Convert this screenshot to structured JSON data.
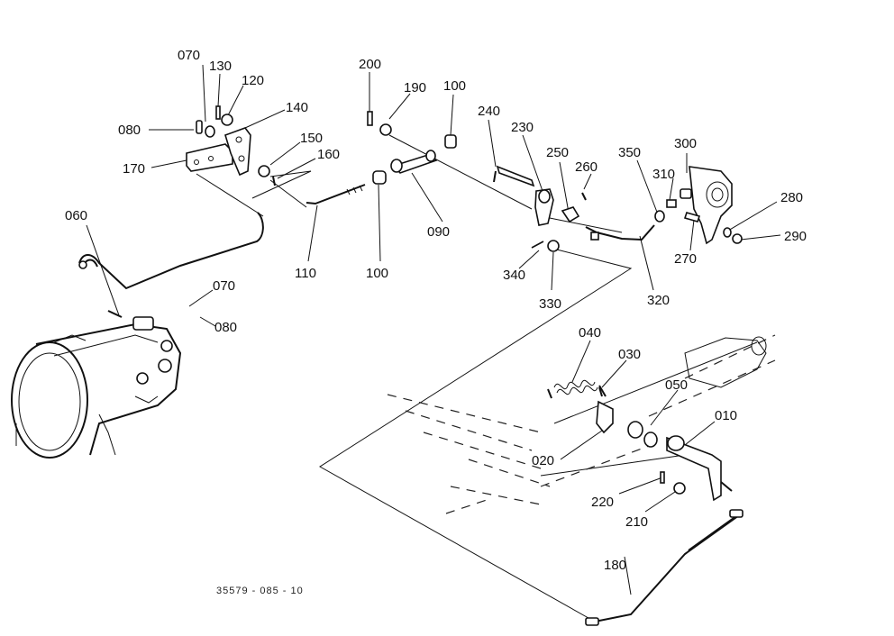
{
  "diagram": {
    "reference_code": "35579 - 085 - 10",
    "part_labels": [
      {
        "id": "p070a",
        "text": "070"
      },
      {
        "id": "p130",
        "text": "130"
      },
      {
        "id": "p120",
        "text": "120"
      },
      {
        "id": "p080a",
        "text": "080"
      },
      {
        "id": "p140",
        "text": "140"
      },
      {
        "id": "p150",
        "text": "150"
      },
      {
        "id": "p160",
        "text": "160"
      },
      {
        "id": "p170",
        "text": "170"
      },
      {
        "id": "p060",
        "text": "060"
      },
      {
        "id": "p070b",
        "text": "070"
      },
      {
        "id": "p080b",
        "text": "080"
      },
      {
        "id": "p200",
        "text": "200"
      },
      {
        "id": "p190",
        "text": "190"
      },
      {
        "id": "p100a",
        "text": "100"
      },
      {
        "id": "p090",
        "text": "090"
      },
      {
        "id": "p110",
        "text": "110"
      },
      {
        "id": "p100b",
        "text": "100"
      },
      {
        "id": "p240",
        "text": "240"
      },
      {
        "id": "p230",
        "text": "230"
      },
      {
        "id": "p250",
        "text": "250"
      },
      {
        "id": "p260",
        "text": "260"
      },
      {
        "id": "p350",
        "text": "350"
      },
      {
        "id": "p300",
        "text": "300"
      },
      {
        "id": "p310",
        "text": "310"
      },
      {
        "id": "p280",
        "text": "280"
      },
      {
        "id": "p290",
        "text": "290"
      },
      {
        "id": "p270",
        "text": "270"
      },
      {
        "id": "p340",
        "text": "340"
      },
      {
        "id": "p330",
        "text": "330"
      },
      {
        "id": "p320",
        "text": "320"
      },
      {
        "id": "p040",
        "text": "040"
      },
      {
        "id": "p030",
        "text": "030"
      },
      {
        "id": "p050",
        "text": "050"
      },
      {
        "id": "p010",
        "text": "010"
      },
      {
        "id": "p020",
        "text": "020"
      },
      {
        "id": "p220",
        "text": "220"
      },
      {
        "id": "p210",
        "text": "210"
      },
      {
        "id": "p180",
        "text": "180"
      }
    ]
  }
}
